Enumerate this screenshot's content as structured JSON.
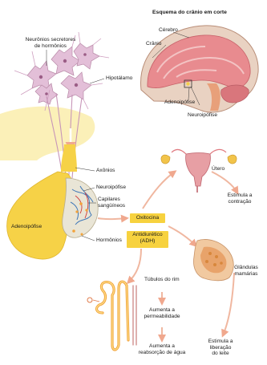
{
  "title": "Esquema do crânio em corte",
  "labels": {
    "cerebro": "Cérebro",
    "cranio": "Crânio",
    "neuronios_line1": "Neurônios secretores",
    "neuronios_line2": "de hormônios",
    "hipotalamo": "Hipotálamo",
    "adenoipofise_inset": "Adenoipófise",
    "neuroipofise_inset": "Neuroipófise",
    "axonios": "Axônios",
    "neuroipofise": "Neuroipófise",
    "capilares_line1": "Capilares",
    "capilares_line2": "sangüíneos",
    "adenoipofise": "Adenoipófise",
    "hormonios": "Hormônios",
    "utero": "Útero",
    "estimula_contracao_line1": "Estimula a",
    "estimula_contracao_line2": "contração",
    "glandulas_line1": "Glândulas",
    "glandulas_line2": "mamárias",
    "tubulos": "Túbulos do rim",
    "aumenta_perm_line1": "Aumenta a",
    "aumenta_perm_line2": "permeabilidade",
    "aumenta_reab_line1": "Aumenta a",
    "aumenta_reab_line2": "reabsorção de água",
    "estimula_leite_line1": "Estimula a",
    "estimula_leite_line2": "liberação",
    "estimula_leite_line3": "do leite"
  },
  "hormone_boxes": {
    "oxitocina": "Oxitocina",
    "adh_line1": "Antidiurético",
    "adh_line2": "(ADH)"
  },
  "colors": {
    "neuron_pink": "#e3bfd8",
    "gland_yellow": "#f6d247",
    "arrow_salmon": "#f0b7a0",
    "hormone_box": "#f7d23f",
    "brain_red": "#e07a80",
    "capillary_blue": "#3f78b8"
  }
}
